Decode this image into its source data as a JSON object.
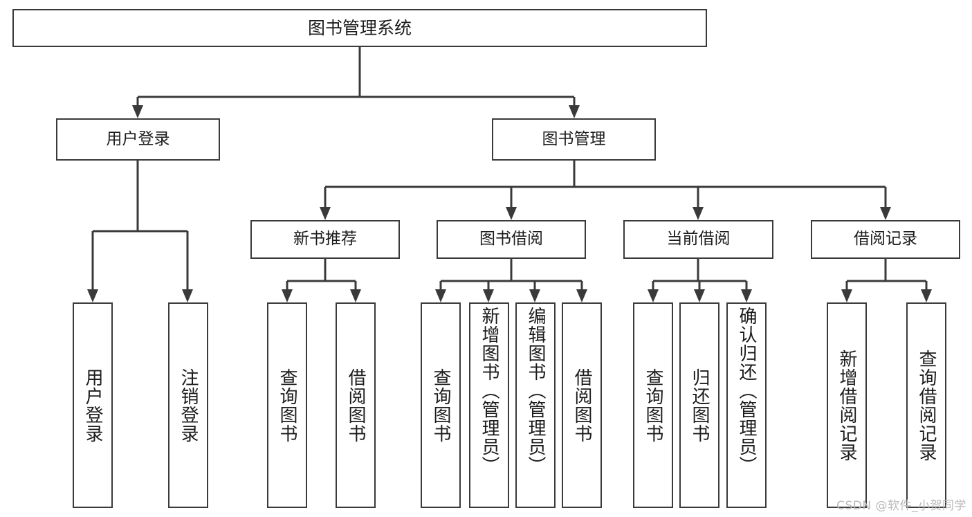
{
  "diagram": {
    "type": "tree-hierarchy",
    "title": "图书管理系统",
    "watermark": "CSDN @软件_小贺同学",
    "colors": {
      "stroke": "#3a3a3a",
      "fill": "#ffffff",
      "text": "#1c1c1c",
      "watermark": "#b9b9b9"
    },
    "nodes": {
      "root": {
        "label": "图书管理系统"
      },
      "level2": [
        {
          "id": "user-login",
          "label": "用户登录"
        },
        {
          "id": "book-manage",
          "label": "图书管理"
        }
      ],
      "level3": [
        {
          "id": "new-book-rec",
          "label": "新书推荐",
          "parent": "book-manage"
        },
        {
          "id": "book-borrow",
          "label": "图书借阅",
          "parent": "book-manage"
        },
        {
          "id": "current-borrow",
          "label": "当前借阅",
          "parent": "book-manage"
        },
        {
          "id": "borrow-record",
          "label": "借阅记录",
          "parent": "book-manage"
        }
      ],
      "leaves": [
        {
          "id": "leaf-user-login",
          "label": "用户登录",
          "parent": "user-login"
        },
        {
          "id": "leaf-user-logout",
          "label": "注销登录",
          "parent": "user-login"
        },
        {
          "id": "leaf-query-book-1",
          "label": "查询图书",
          "parent": "new-book-rec"
        },
        {
          "id": "leaf-borrow-book-1",
          "label": "借阅图书",
          "parent": "new-book-rec"
        },
        {
          "id": "leaf-query-book-2",
          "label": "查询图书",
          "parent": "book-borrow"
        },
        {
          "id": "leaf-add-book",
          "label": "新增图书（管理员）",
          "parent": "book-borrow"
        },
        {
          "id": "leaf-edit-book",
          "label": "编辑图书（管理员）",
          "parent": "book-borrow"
        },
        {
          "id": "leaf-borrow-book-2",
          "label": "借阅图书",
          "parent": "book-borrow"
        },
        {
          "id": "leaf-query-book-3",
          "label": "查询图书",
          "parent": "current-borrow"
        },
        {
          "id": "leaf-return-book",
          "label": "归还图书",
          "parent": "current-borrow"
        },
        {
          "id": "leaf-confirm-return",
          "label": "确认归还（管理员）",
          "parent": "current-borrow"
        },
        {
          "id": "leaf-add-record",
          "label": "新增借阅记录",
          "parent": "borrow-record"
        },
        {
          "id": "leaf-query-record",
          "label": "查询借阅记录",
          "parent": "borrow-record"
        }
      ]
    }
  }
}
